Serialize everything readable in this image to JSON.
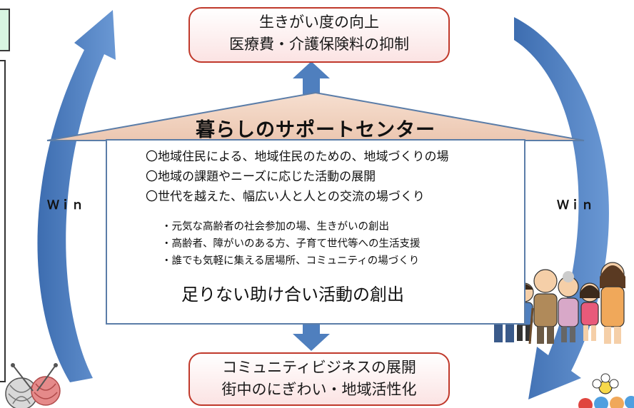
{
  "top_box": {
    "line1": "生きがい度の向上",
    "line2": "医療費・介護保険料の抑制"
  },
  "roof_title": "暮らしのサポートセンター",
  "main_items": [
    "〇地域住民による、地域住民のための、地域づくりの場",
    "〇地域の課題やニーズに応じた活動の展開",
    "〇世代を越えた、幅広い人と人との交流の場づくり"
  ],
  "sub_items": [
    "・元気な高齢者の社会参加の場、生きがいの創出",
    "・高齢者、障がいのある方、子育て世代等への生活支援",
    "・誰でも気軽に集える居場所、コミュニティの場づくり"
  ],
  "highlight": "足りない助け合い活動の創出",
  "win_left": "Ｗｉｎ",
  "win_right": "Ｗｉｎ",
  "bottom_box": {
    "line1": "コミュニティビジネスの展開",
    "line2": "街中のにぎわい・地域活性化"
  },
  "colors": {
    "arrow": "#4f7fbe",
    "box_border": "#c0392b",
    "roof": "#f3d6c4"
  },
  "icons": [
    "yarn-knitting-icon",
    "family-illustration-icon",
    "flower-illustration-icon"
  ]
}
